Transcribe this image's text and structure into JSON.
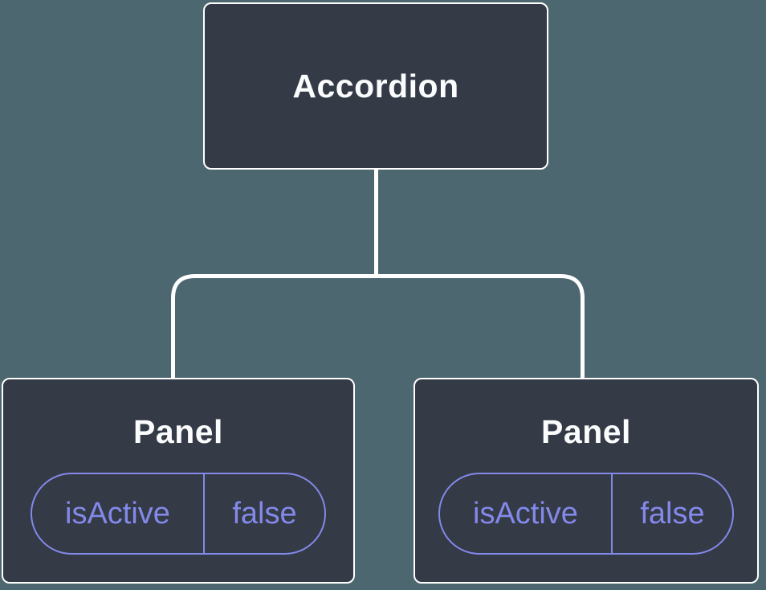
{
  "diagram": {
    "root": {
      "label": "Accordion"
    },
    "children": [
      {
        "label": "Panel",
        "state": [
          {
            "name": "isActive",
            "value": "false"
          }
        ]
      },
      {
        "label": "Panel",
        "state": [
          {
            "name": "isActive",
            "value": "false"
          }
        ]
      }
    ],
    "colors": {
      "background": "#4d6770",
      "node_fill": "#343a46",
      "node_border": "#ffffff",
      "node_text": "#fbfcfd",
      "state_accent": "#8389e8",
      "connector": "#ffffff"
    }
  }
}
